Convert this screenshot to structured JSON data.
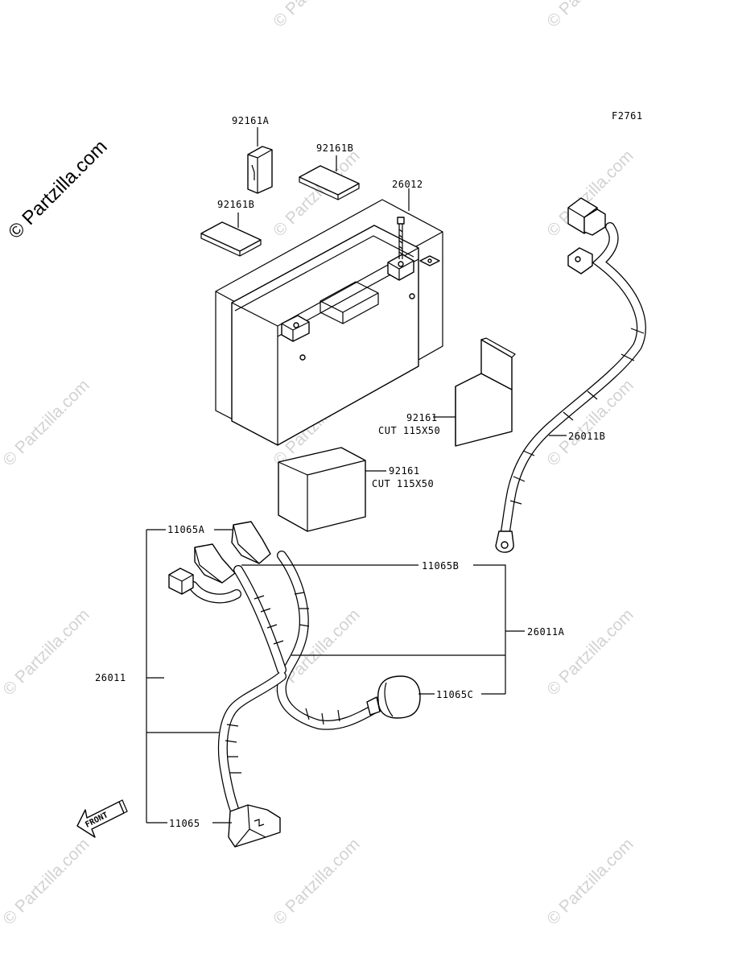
{
  "diagram": {
    "figure_id": "F2761",
    "logo": "© Partzilla.com",
    "watermark": "© Partzilla.com",
    "front_label": "FRONT",
    "parts": [
      {
        "key": "92161A",
        "label": "92161A"
      },
      {
        "key": "92161B_top",
        "label": "92161B"
      },
      {
        "key": "92161B_left",
        "label": "92161B"
      },
      {
        "key": "26012",
        "label": "26012"
      },
      {
        "key": "92161_right",
        "label": "92161",
        "note": "CUT 115X50"
      },
      {
        "key": "92161_left",
        "label": "92161",
        "note": "CUT 115X50"
      },
      {
        "key": "26011B",
        "label": "26011B"
      },
      {
        "key": "11065A",
        "label": "11065A"
      },
      {
        "key": "11065B",
        "label": "11065B"
      },
      {
        "key": "26011A",
        "label": "26011A"
      },
      {
        "key": "26011",
        "label": "26011"
      },
      {
        "key": "11065C",
        "label": "11065C"
      },
      {
        "key": "11065",
        "label": "11065"
      }
    ]
  }
}
